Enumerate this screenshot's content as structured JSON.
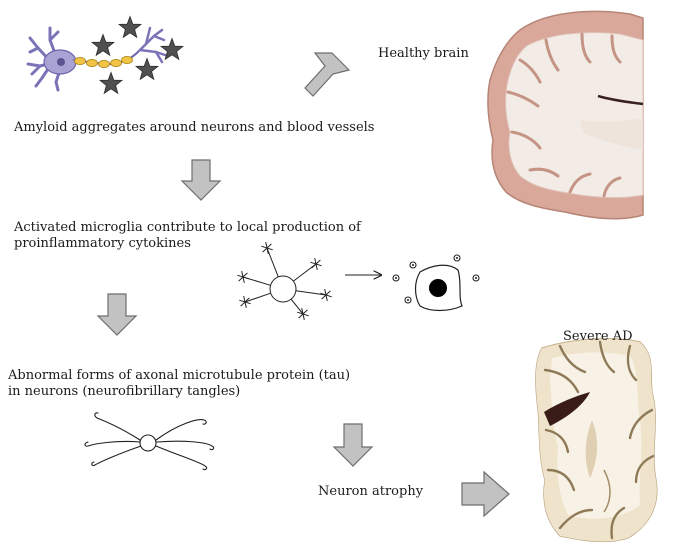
{
  "labels": {
    "healthy_brain": "Healthy brain",
    "amyloid": "Amyloid aggregates around neurons and blood vessels",
    "microglia_line1": "Activated microglia contribute to local production of",
    "microglia_line2": "proinflammatory cytokines",
    "tau_line1": "Abnormal forms of axonal microtubule protein (tau)",
    "tau_line2": "in neurons (neurofibrillary tangles)",
    "neuron_atrophy": "Neuron atrophy",
    "severe_ad": "Severe AD"
  },
  "colors": {
    "arrow_fill": "#c2c2c2",
    "arrow_stroke": "#6e6e6e",
    "neuron_body": "#a9a3d3",
    "myelin": "#f2c445",
    "amyloid_star": "#505050",
    "brain_cortex": "#d9a89a",
    "brain_white_matter": "#f3ebe6"
  },
  "icons": [
    "neuron-icon",
    "amyloid-star-icon",
    "microglia-icon",
    "activated-cell-icon",
    "tau-tangle-icon",
    "healthy-brain-slice-image",
    "severe-ad-brain-slice-image",
    "block-arrow-icon"
  ]
}
